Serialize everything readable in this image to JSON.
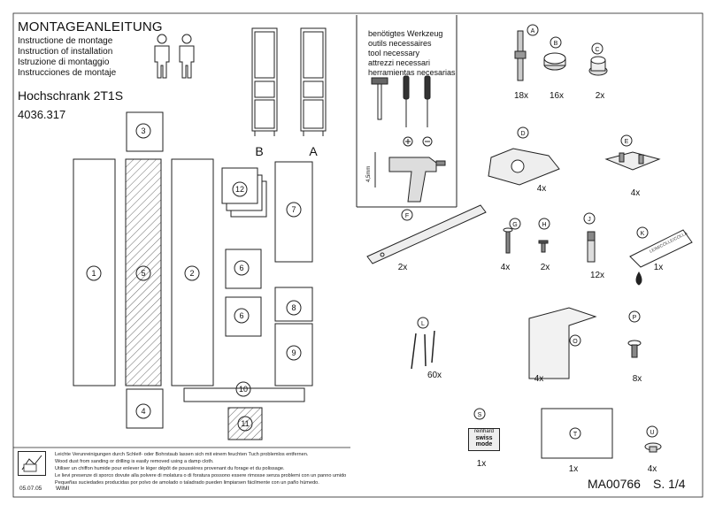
{
  "header": {
    "title": "MONTAGEANLEITUNG",
    "subtitles": [
      "Instructione de montage",
      "Instruction of installation",
      "Istruzione di montaggio",
      "Instrucciones de montaje"
    ],
    "model": "Hochschrank 2T1S",
    "article": "4036.317"
  },
  "tools": {
    "lines": [
      "benötigtes Werkzeug",
      "outils necessaires",
      "tool necessary",
      "attrezzi necessari",
      "herramientas necesarias"
    ],
    "drill_size": "4,5mm"
  },
  "variants": [
    "B",
    "A"
  ],
  "panels": [
    "1",
    "2",
    "3",
    "4",
    "5",
    "6",
    "6",
    "7",
    "8",
    "9",
    "10",
    "11",
    "12"
  ],
  "hardware": [
    {
      "id": "A",
      "count": "18x"
    },
    {
      "id": "B",
      "count": "16x"
    },
    {
      "id": "C",
      "count": "2x"
    },
    {
      "id": "D",
      "count": "4x"
    },
    {
      "id": "E",
      "count": "4x"
    },
    {
      "id": "F",
      "count": "2x"
    },
    {
      "id": "G",
      "count": "4x"
    },
    {
      "id": "H",
      "count": "2x"
    },
    {
      "id": "J",
      "count": "12x"
    },
    {
      "id": "K",
      "count": "1x"
    },
    {
      "id": "L",
      "count": "60x"
    },
    {
      "id": "O",
      "count": "4x"
    },
    {
      "id": "P",
      "count": "8x"
    },
    {
      "id": "S",
      "count": "1x"
    },
    {
      "id": "T",
      "count": "1x"
    },
    {
      "id": "U",
      "count": "4x"
    }
  ],
  "glue_label": "LEIM/COLLE/COLLA",
  "swiss_brand": [
    "reinhard",
    "swiss",
    "mode"
  ],
  "footer": {
    "notes": [
      "Leichte Verunreinigungen durch Schleif- oder Bohrstaub lassen sich mit einem feuchten Tuch problemlos entfernen.",
      "Wood dust from sanding or drilling is easily removed using a damp cloth.",
      "Utiliser un chiffon humide pour enlever le léger dépôt de poussières provenant du forage et du polissage.",
      "Le lievi presenze di sporco dovute alla polvere di molatura o di foratura possono essere rimosse senza problemi con un panno umido",
      "Pequeñas suciedades producidas por polvo de amolado o taladrado pueden limpiarsen fácilmente con un paño húmedo."
    ],
    "date": "05.07.05",
    "author": "WIMI",
    "doc_code": "MA00766",
    "page": "S. 1/4"
  }
}
